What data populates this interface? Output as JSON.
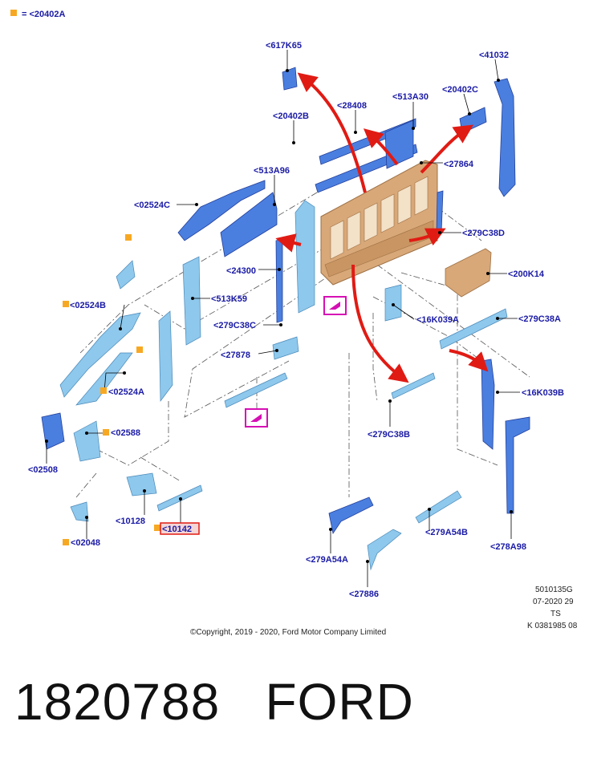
{
  "legend": {
    "marker_color": "#f7a823",
    "text": "= <20402A"
  },
  "labels": {
    "l617K65": "<617K65",
    "l41032": "<41032",
    "l28408": "<28408",
    "l513A30": "<513A30",
    "l20402C": "<20402C",
    "l20402B": "<20402B",
    "l27864": "<27864",
    "l513A96": "<513A96",
    "l02524C": "<02524C",
    "l279C38D": "<279C38D",
    "l24300": "<24300",
    "l200K14": "<200K14",
    "l02524B": "<02524B",
    "l513K59": "<513K59",
    "l16K039A": "<16K039A",
    "l279C38A": "<279C38A",
    "l279C38C": "<279C38C",
    "l27878": "<27878",
    "l02524A": "<02524A",
    "l16K039B": "<16K039B",
    "l02588": "<02588",
    "l279C38B": "<279C38B",
    "l02508": "<02508",
    "l10128": "<10128",
    "l10142": "<10142",
    "l279A54B": "<279A54B",
    "l02048": "<02048",
    "l278A98": "<278A98",
    "l279A54A": "<279A54A",
    "l27886": "<27886"
  },
  "reference": {
    "line1": "5010135G",
    "line2": "07-2020 29",
    "line3": "TS",
    "line4": "K 0381985 08"
  },
  "copyright": "©Copyright, 2019 - 2020, Ford Motor Company Limited",
  "part_line": {
    "number": "1820788",
    "brand": "FORD"
  },
  "colors": {
    "label": "#1a1aa6",
    "part_blue": "#4a7fe0",
    "part_light": "#8ec8ec",
    "panel": "#d9a878",
    "arrow": "#e01b14",
    "highlight": "#d60fb4"
  }
}
